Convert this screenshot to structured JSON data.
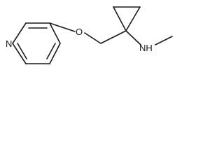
{
  "molecule": {
    "atoms": {
      "pyridine_n": "N",
      "ether_o": "O",
      "amine": "NH",
      "amine_h": "H"
    },
    "colors": {
      "bond": "#1a1a1a",
      "text": "#1a1a1a",
      "background": "#ffffff"
    }
  }
}
